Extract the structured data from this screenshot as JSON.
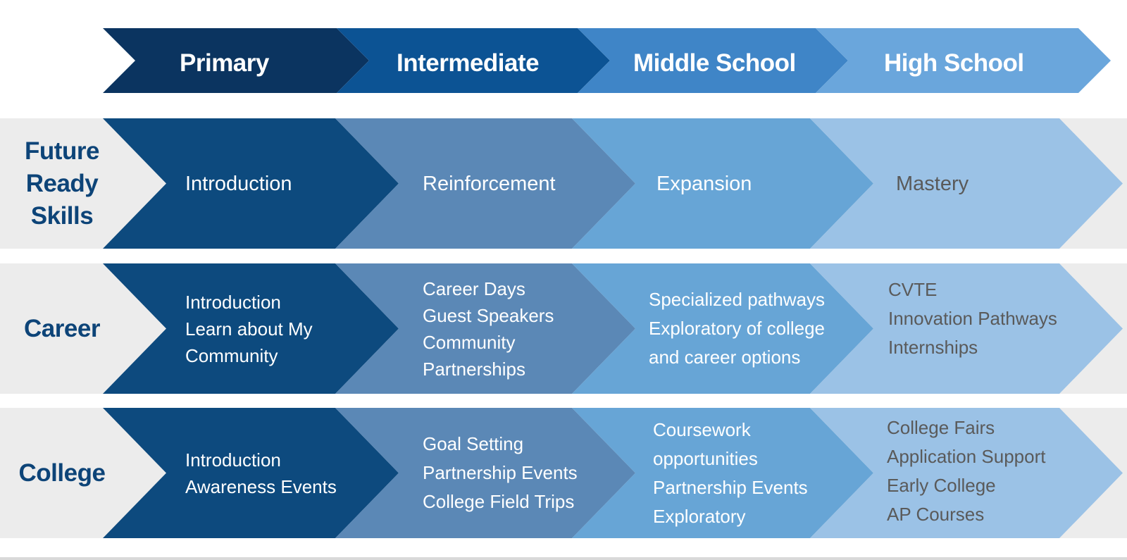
{
  "stages": [
    "Primary",
    "Intermediate",
    "Middle School",
    "High School"
  ],
  "rows": [
    {
      "title_lines": [
        "Future",
        "Ready",
        "Skills"
      ],
      "cells": [
        [
          "Introduction"
        ],
        [
          "Reinforcement"
        ],
        [
          "Expansion"
        ],
        [
          "Mastery"
        ]
      ]
    },
    {
      "title_lines": [
        "Career"
      ],
      "cells": [
        [
          "Introduction",
          "Learn about My",
          "Community"
        ],
        [
          "Career Days",
          "Guest Speakers",
          "Community",
          "Partnerships"
        ],
        [
          "Specialized pathways",
          "Exploratory of college",
          "and career options"
        ],
        [
          "CVTE",
          "Innovation Pathways",
          "Internships"
        ]
      ]
    },
    {
      "title_lines": [
        "College"
      ],
      "cells": [
        [
          "Introduction",
          "Awareness Events"
        ],
        [
          "Goal Setting",
          "Partnership Events",
          "College Field Trips"
        ],
        [
          "Coursework",
          "opportunities",
          "Partnership Events",
          "Exploratory"
        ],
        [
          "College Fairs",
          "Application Support",
          "Early College",
          "AP Courses"
        ]
      ]
    }
  ],
  "colors": {
    "header": [
      "#0b3460",
      "#0c5394",
      "#3f85c7",
      "#6aa6dc"
    ],
    "body": [
      "#0d4a7e",
      "#5b88b6",
      "#67a5d6",
      "#9bc2e6"
    ],
    "row_title": "#0d4478",
    "row_band": "#ececec"
  }
}
